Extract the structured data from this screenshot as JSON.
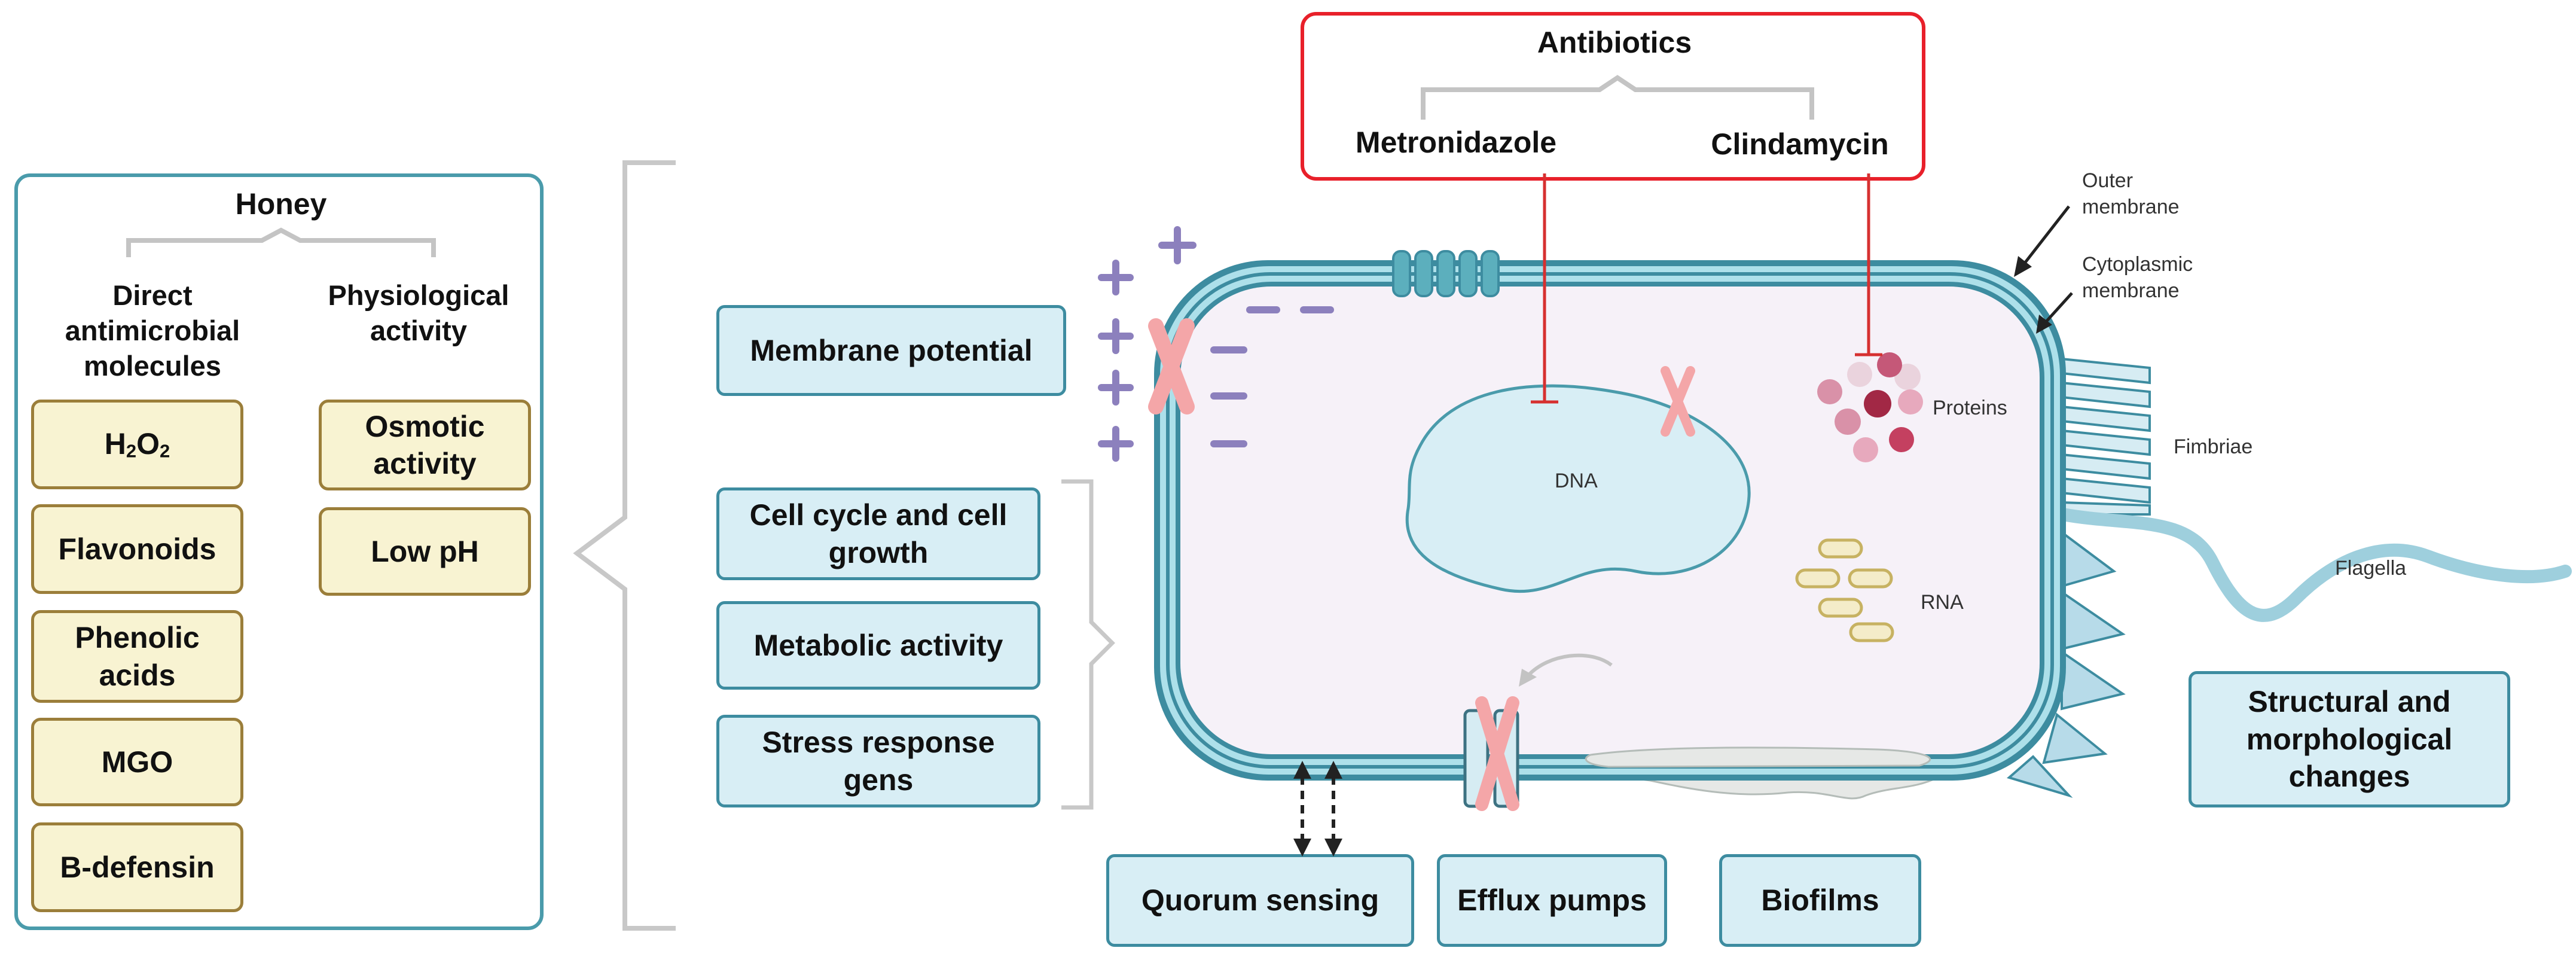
{
  "honey": {
    "title": "Honey",
    "direct_label": "Direct\nantimicrobial\nmolecules",
    "physio_label": "Physiological\nactivity",
    "direct_items": [
      {
        "base": "H",
        "sub1": "2",
        "mid": "O",
        "sub2": "2"
      },
      "Flavonoids",
      "Phenolic\nacids",
      "MGO",
      "B-defensin"
    ],
    "physio_items": [
      "Osmotic\nactivity",
      "Low pH"
    ]
  },
  "targets": {
    "membrane_potential": "Membrane potential",
    "cell_cycle": "Cell cycle and cell\ngrowth",
    "metabolic": "Metabolic activity",
    "stress": "Stress response\ngens",
    "quorum": "Quorum sensing",
    "efflux": "Efflux pumps",
    "biofilms": "Biofilms",
    "structural": "Structural and\nmorphological\nchanges"
  },
  "antibiotics": {
    "title": "Antibiotics",
    "metronidazole": "Metronidazole",
    "clindamycin": "Clindamycin"
  },
  "cell_labels": {
    "outer_membrane": "Outer\nmembrane",
    "cytoplasmic_membrane": "Cytoplasmic\nmembrane",
    "proteins": "Proteins",
    "fimbriae": "Fimbriae",
    "flagella": "Flagella",
    "dna": "DNA",
    "rna": "RNA"
  },
  "colors": {
    "teal_border": "#3d8ca0",
    "blue_fill": "#d8eef5",
    "yellow_fill": "#f8f3d2",
    "yellow_border": "#9b7e3a",
    "antibiotic_red": "#e8202a",
    "inhibit_red": "#d63030",
    "cross_pink": "#f4a6a8",
    "charge_purple": "#8c80bd",
    "cell_fill": "#f6f1f8"
  }
}
